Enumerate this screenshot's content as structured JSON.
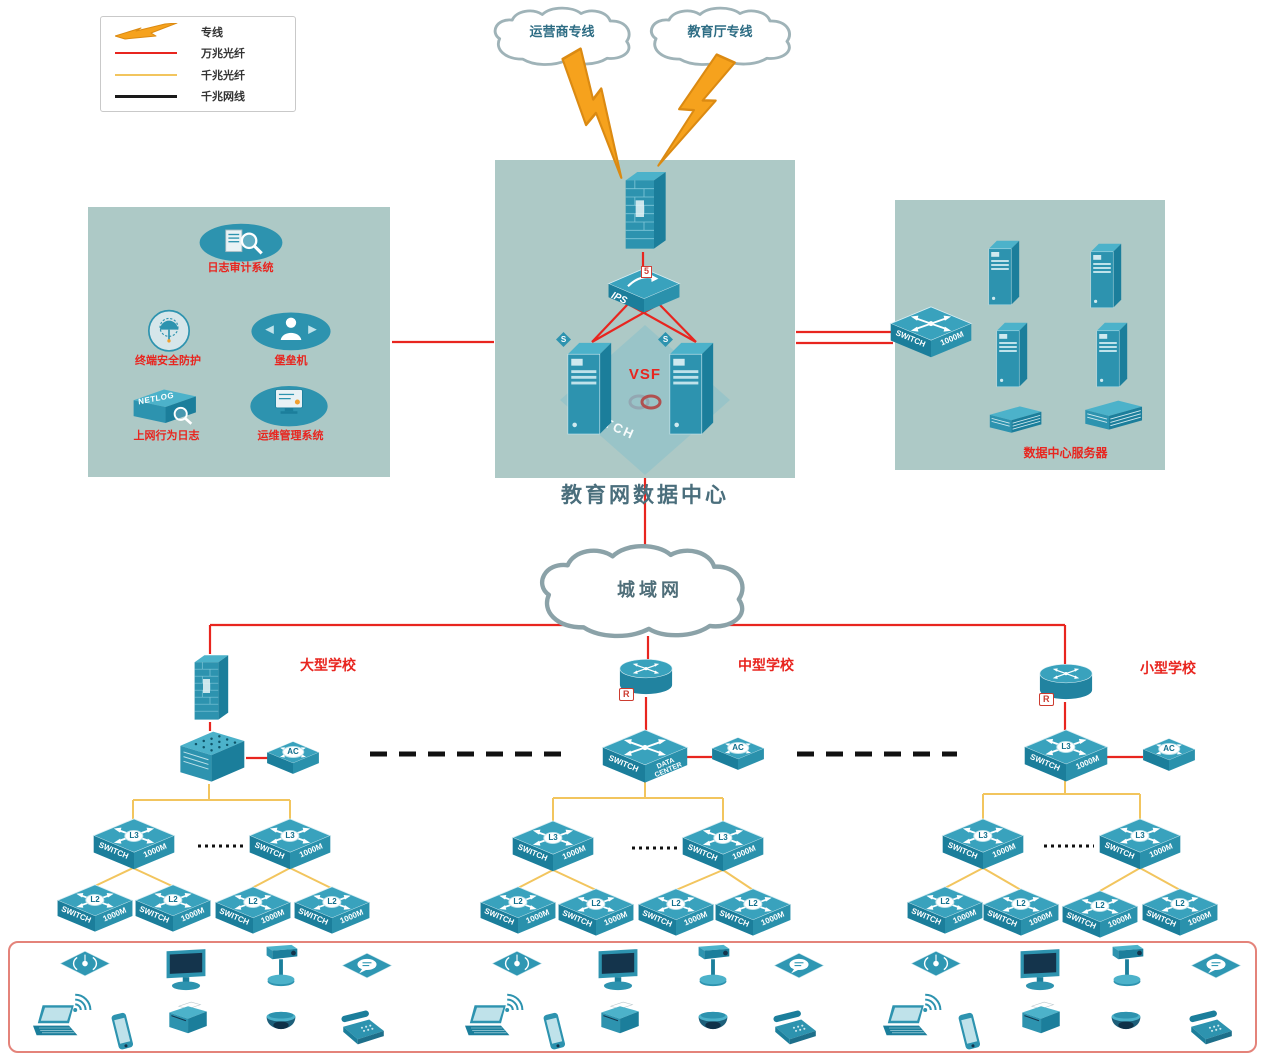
{
  "legend": {
    "items": [
      {
        "label": "专线"
      },
      {
        "label": "万兆光纤",
        "color": "#e8251f"
      },
      {
        "label": "千兆光纤",
        "color": "#f2c55e"
      },
      {
        "label": "千兆网线",
        "color": "#1a1a1a"
      }
    ]
  },
  "clouds": {
    "isp": "运营商专线",
    "edu": "教育厅专线",
    "man": "城域网"
  },
  "datacenter": {
    "title": "教育网数据中心",
    "vsf": "VSF",
    "ips": "IPS",
    "panel": "5"
  },
  "security": {
    "audit": "日志审计系统",
    "terminal": "终端安全防护",
    "bastion": "堡垒机",
    "netlog": "上网行为日志",
    "netlog_badge": "NETLOG",
    "ops": "运维管理系统"
  },
  "servers": {
    "label": "数据中心服务器"
  },
  "schools": {
    "large": "大型学校",
    "medium": "中型学校",
    "small": "小型学校"
  },
  "device": {
    "switch": "SWITCH",
    "m1000": "1000M",
    "l3": "L3",
    "l2": "L2",
    "ac": "AC",
    "r": "R",
    "s": "S",
    "data_center": "DATA CENTER"
  }
}
